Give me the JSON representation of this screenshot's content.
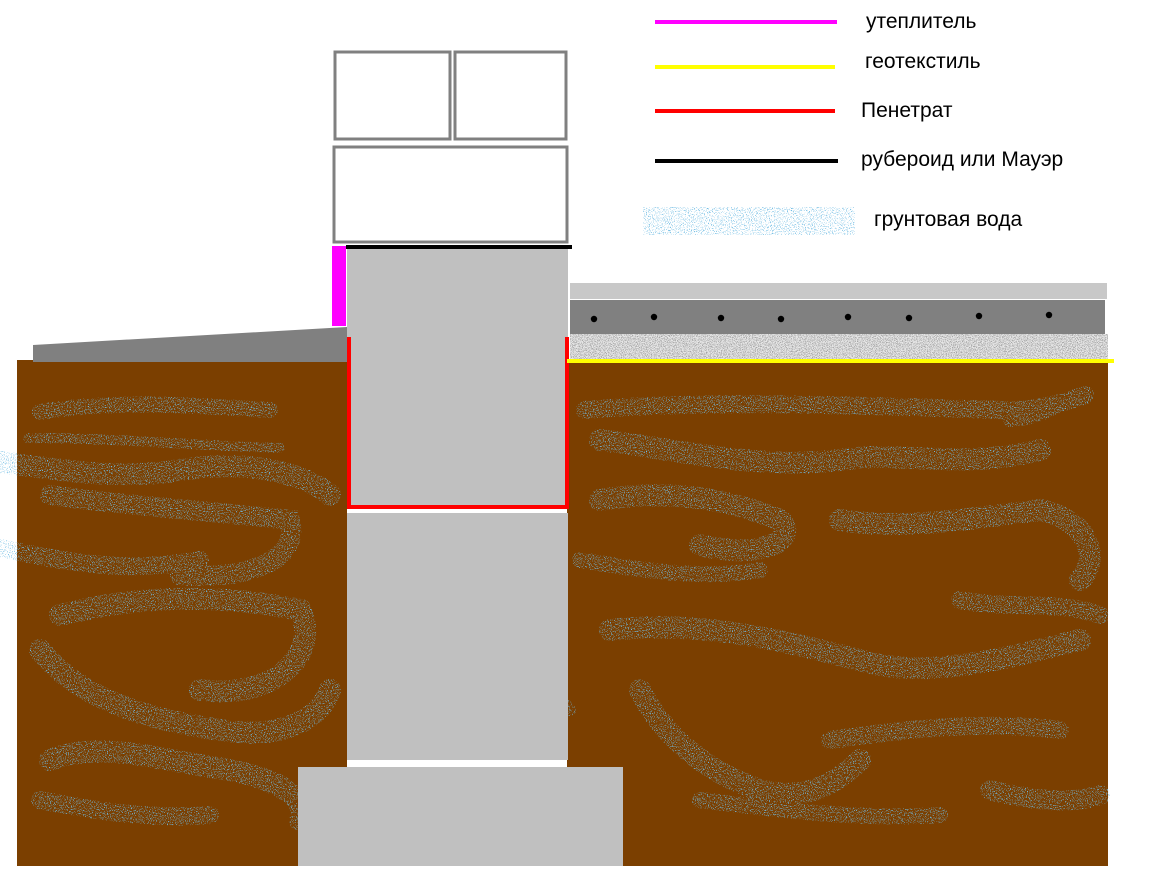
{
  "legend": {
    "items": [
      {
        "key": "insulation",
        "label": "утеплитель",
        "color": "#ff00ff",
        "style": "line"
      },
      {
        "key": "geotextile",
        "label": "геотекстиль",
        "color": "#ffff00",
        "style": "line"
      },
      {
        "key": "penetrat",
        "label": "Пенетрат",
        "color": "#ff0000",
        "style": "line"
      },
      {
        "key": "roofing",
        "label": "рубероид или Мауэр",
        "color": "#000000",
        "style": "line"
      },
      {
        "key": "groundwater",
        "label": "грунтовая вода",
        "color": "#2a7fc4",
        "style": "speckle"
      }
    ]
  },
  "colors": {
    "soil": "#7b3f00",
    "concrete": "#c0c0c0",
    "slab": "#808080",
    "blind_area": "#808080",
    "screed": "#c8c8c8",
    "gravel": "#a8a8a8",
    "brick_stroke": "#808080",
    "water": "#2a7fc4"
  }
}
